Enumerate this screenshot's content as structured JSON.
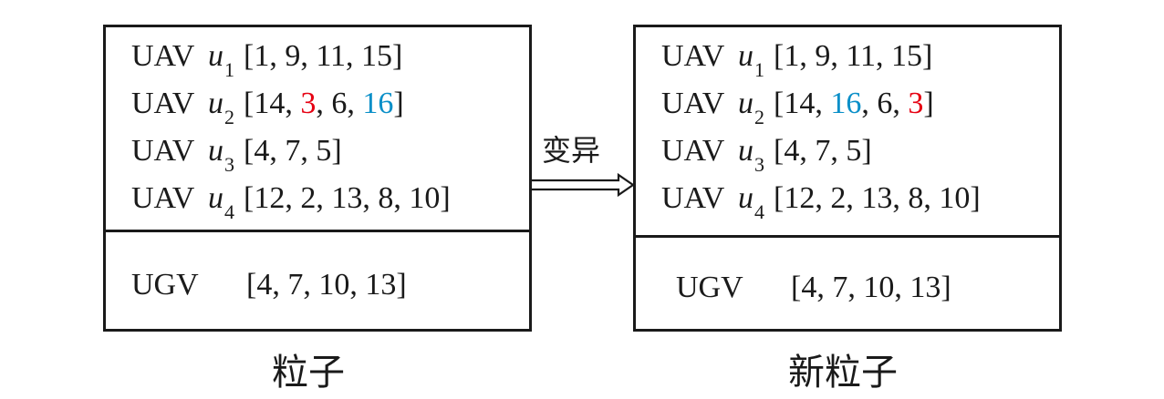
{
  "left_panel": {
    "caption": "粒子",
    "uav_rows": [
      {
        "prefix": "UAV",
        "var": "u",
        "sub": "1",
        "list": "[1, 9, 11, 15]"
      },
      {
        "prefix": "UAV",
        "var": "u",
        "sub": "2",
        "open": "[14, ",
        "a": "3",
        "mid": ", 6, ",
        "b": "16",
        "close": "]"
      },
      {
        "prefix": "UAV",
        "var": "u",
        "sub": "3",
        "list": "[4, 7, 5]"
      },
      {
        "prefix": "UAV",
        "var": "u",
        "sub": "4",
        "list": "[12, 2, 13, 8, 10]"
      }
    ],
    "ugv": {
      "label": "UGV",
      "list": "[4, 7,  10, 13]"
    }
  },
  "right_panel": {
    "caption": "新粒子",
    "uav_rows": [
      {
        "prefix": "UAV",
        "var": "u",
        "sub": "1",
        "list": "[1, 9, 11, 15]"
      },
      {
        "prefix": "UAV",
        "var": "u",
        "sub": "2",
        "open": "[14, ",
        "a": "16",
        "mid": ", 6, ",
        "b": "3",
        "close": "]"
      },
      {
        "prefix": "UAV",
        "var": "u",
        "sub": "3",
        "list": "[4, 7, 5]"
      },
      {
        "prefix": "UAV",
        "var": "u",
        "sub": "4",
        "list": "[12, 2, 13, 8, 10]"
      }
    ],
    "ugv": {
      "label": "UGV",
      "list": "[4, 7,  10, 13]"
    }
  },
  "arrow": {
    "label": "变异"
  },
  "colors": {
    "swap_out": "#e60012",
    "swap_in": "#0a8fc8",
    "border": "#1a1a1a"
  }
}
